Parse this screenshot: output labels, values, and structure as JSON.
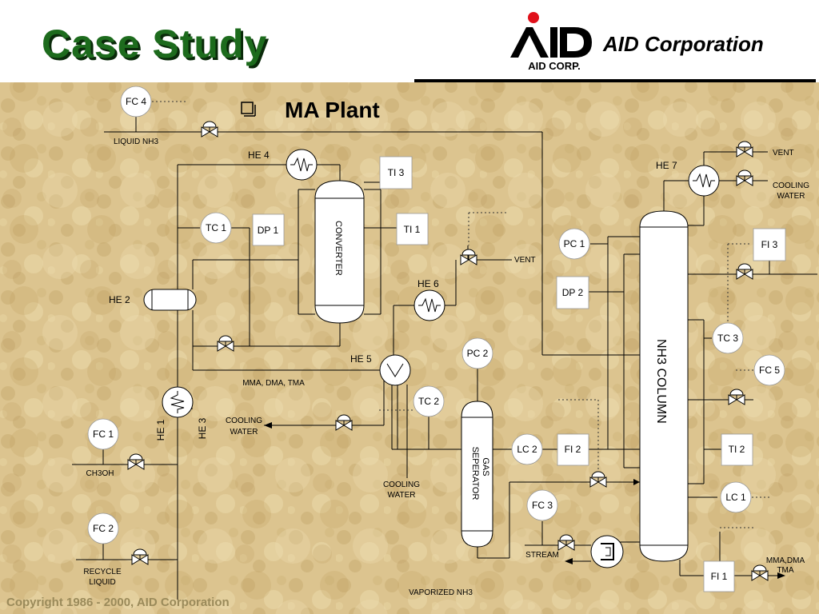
{
  "header": {
    "title": "Case Study",
    "company": "AID Corporation",
    "logo_text": "AID   CORP."
  },
  "diagram": {
    "subtitle": "MA Plant",
    "instruments": {
      "fc4": "FC 4",
      "tc1": "TC 1",
      "fc1": "FC 1",
      "fc2": "FC 2",
      "pc2": "PC 2",
      "tc2": "TC 2",
      "lc2": "LC 2",
      "fc3": "FC 3",
      "pc1": "PC 1",
      "tc3": "TC 3",
      "fc5": "FC 5",
      "lc1": "LC 1"
    },
    "indicators": {
      "ti3": "TI 3",
      "dp1": "DP 1",
      "ti1": "TI 1",
      "dp2": "DP 2",
      "fi3": "FI 3",
      "fi2": "FI 2",
      "ti2": "TI 2",
      "fi1": "FI 1"
    },
    "equipment": {
      "he1": "HE 1",
      "he2": "HE 2",
      "he3": "HE 3",
      "he4": "HE 4",
      "he5": "HE 5",
      "he6": "HE 6",
      "he7": "HE 7",
      "converter": "CONVERTER",
      "gas_sep_1": "GAS",
      "gas_sep_2": "SEPERATOR",
      "column": "NH3    COLUMN"
    },
    "streams": {
      "liquid_nh3": "LIQUID NH3",
      "vent_top": "VENT",
      "vent_mid": "VENT",
      "cooling_water_r1": "COOLING",
      "cooling_water_r2": "WATER",
      "mma": "MMA, DMA, TMA",
      "cooling_left_1": "COOLING",
      "cooling_left_2": "WATER",
      "cooling_mid_1": "COOLING",
      "cooling_mid_2": "WATER",
      "ch3oh": "CH3OH",
      "recycle_1": "RECYCLE",
      "recycle_2": "LIQUID",
      "stream": "STREAM",
      "vaporized": "VAPORIZED     NH3",
      "product_1": "MMA,DMA",
      "product_2": "TMA"
    }
  },
  "footer": {
    "copyright": "Copyright 1986 - 2000,  AID Corporation"
  }
}
